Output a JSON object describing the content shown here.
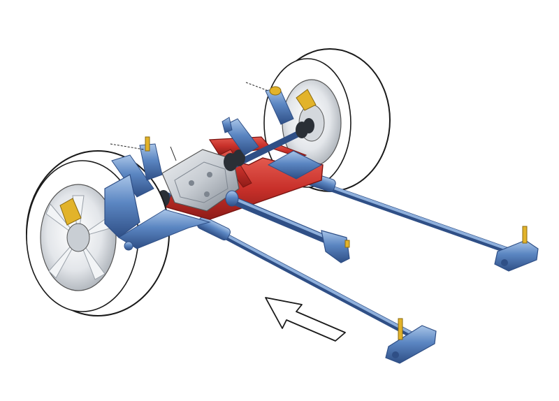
{
  "colors": {
    "background": "#ffffff",
    "subframe": "#c8302a",
    "subframe_dark": "#8e1c18",
    "arm": "#5b86c2",
    "arm_dark": "#2f4f86",
    "arm_light": "#a9c5e8",
    "tire": "#ffffff",
    "tire_outline": "#1a1a1a",
    "rim": "#eef0f2",
    "rim_shade": "#b9bec4",
    "caliper": "#e2b32a",
    "gearbox": "#c7ccd2",
    "gearbox_dark": "#7d858f",
    "boot": "#2a2f36",
    "arrow": "#ffffff"
  },
  "parts": {
    "left_wheel": "wheel",
    "right_wheel": "wheel",
    "transaxle": "gearbox",
    "subframe": "subframe",
    "driveshaft": "propshaft",
    "direction_arrow": "arrow-icon"
  }
}
